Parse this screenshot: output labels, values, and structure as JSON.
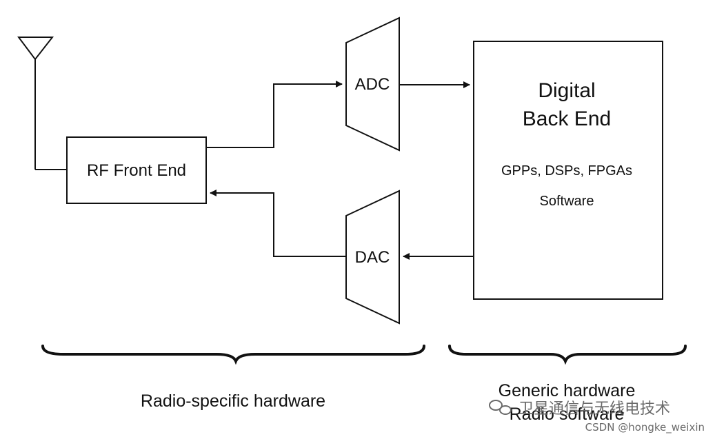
{
  "blocks": {
    "rf_front_end": "RF Front End",
    "adc": "ADC",
    "dac": "DAC",
    "back_end_line1": "Digital",
    "back_end_line2": "Back End",
    "back_end_detail1": "GPPs, DSPs, FPGAs",
    "back_end_detail2": "Software"
  },
  "labels": {
    "radio_specific": "Radio-specific hardware",
    "generic_hardware": "Generic hardware",
    "radio_software": "Radio software"
  },
  "watermark": {
    "channel": "卫星通信与无线电技术",
    "source": "CSDN @hongke_weixin"
  },
  "colors": {
    "stroke": "#111111",
    "background": "#ffffff",
    "watermark": "#6a6a6a"
  }
}
